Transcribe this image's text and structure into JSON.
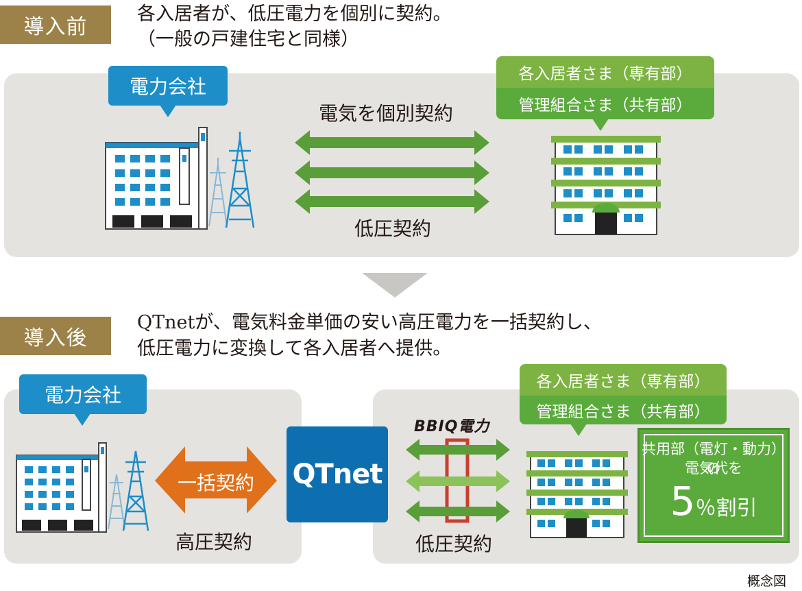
{
  "before": {
    "tag": "導入前",
    "desc_line1": "各入居者が、低圧電力を個別に契約。",
    "desc_line2": "（一般の戸建住宅と同様）",
    "company_label": "電力会社",
    "resident_label": "各入居者さま（専有部）",
    "union_label": "管理組合さま（共有部）",
    "top_arrow_label": "電気を個別契約",
    "bottom_arrow_label": "低圧契約"
  },
  "after": {
    "tag": "導入後",
    "desc_line1": "QTnetが、電気料金単価の安い高圧電力を一括契約し、",
    "desc_line2": "低圧電力に変換して各入居者へ提供。",
    "company_label": "電力会社",
    "bulk_contract_label": "一括契約",
    "high_voltage_label": "高圧契約",
    "qtnet_logo": "QTnet",
    "bbiq_logo": "BBIQ電力",
    "resident_label": "各入居者さま（専有部）",
    "union_label": "管理組合さま（共有部）",
    "low_voltage_label": "低圧契約",
    "discount_line1": "共用部（電灯・動力）の",
    "discount_line2": "電気代を",
    "discount_number": "5",
    "discount_unit": "％割引"
  },
  "caption": "概念図",
  "colors": {
    "tag_brown": "#9c8248",
    "company_blue": "#1d8ec7",
    "resident_green": "#7cb342",
    "union_green": "#5aaa3c",
    "arrow_green": "#5a9e3a",
    "bulk_orange": "#e0701a",
    "qtnet_blue": "#0e6fb0",
    "panel_gray": "#e5e3e0",
    "meter_red": "#c8402e"
  }
}
